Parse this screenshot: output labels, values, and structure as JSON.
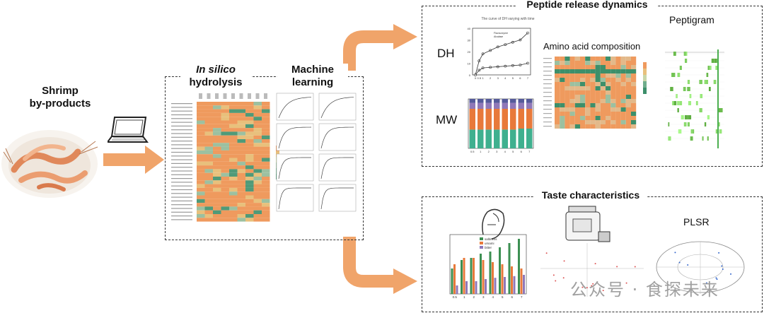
{
  "stages": {
    "shrimp": "Shrimp\nby-products",
    "insilico_italic": "In silico",
    "insilico_rest": "hydrolysis",
    "ml": "Machine\nlearning"
  },
  "peptide_panel": {
    "title": "Peptide release dynamics",
    "dh_label": "DH",
    "mw_label": "MW",
    "aa_label": "Amino acid composition",
    "peptigram_label": "Peptigram",
    "dh_chart_title": "The curve of DH varying with time",
    "dh_series": [
      "Flavourzyme",
      "Alcalase"
    ]
  },
  "taste_panel": {
    "title": "Taste characteristics",
    "plsr_label": "PLSR",
    "bar_series": [
      "saltiness",
      "umami",
      "bitter"
    ]
  },
  "watermark": "公众号 · 食探未来",
  "colors": {
    "arrow": "#f0a46a",
    "heat_orange": "#ef9a5e",
    "heat_green": "#4f9a78",
    "mw_teal": "#3fb08f",
    "mw_orange": "#e8793a"
  },
  "dh_chart": {
    "x": [
      0,
      0.5,
      1,
      2,
      3,
      4,
      5,
      6,
      7
    ],
    "series": [
      {
        "name": "Flavourzyme",
        "y": [
          0,
          12,
          18,
          21,
          24,
          26,
          28,
          30,
          36
        ]
      },
      {
        "name": "Alcalase",
        "y": [
          0,
          4,
          6,
          6.5,
          7,
          7.5,
          8,
          8.5,
          10
        ]
      }
    ],
    "ylim": [
      0,
      40
    ]
  },
  "mw_chart": {
    "categories": [
      "0.5",
      "1",
      "2",
      "3",
      "4",
      "5",
      "6",
      "7"
    ],
    "stacks": [
      [
        38,
        42,
        12,
        8
      ],
      [
        38,
        42,
        12,
        8
      ],
      [
        38,
        42,
        12,
        8
      ],
      [
        38,
        42,
        12,
        8
      ],
      [
        38,
        42,
        12,
        8
      ],
      [
        38,
        42,
        12,
        8
      ],
      [
        40,
        40,
        12,
        8
      ],
      [
        40,
        40,
        12,
        8
      ]
    ]
  },
  "taste_chart": {
    "categories": [
      "0.5",
      "1",
      "2",
      "3",
      "4",
      "5",
      "6",
      "7"
    ],
    "series": [
      {
        "name": "saltiness",
        "values": [
          6,
          8,
          8.5,
          9.5,
          10,
          11,
          12,
          13
        ]
      },
      {
        "name": "umami",
        "values": [
          7,
          8.5,
          8.5,
          8,
          7.5,
          7,
          6.5,
          6
        ]
      },
      {
        "name": "bitter",
        "values": [
          2,
          3,
          3,
          3.5,
          3.8,
          4,
          4.2,
          4.5
        ]
      }
    ],
    "ylim": [
      0,
      14
    ]
  }
}
